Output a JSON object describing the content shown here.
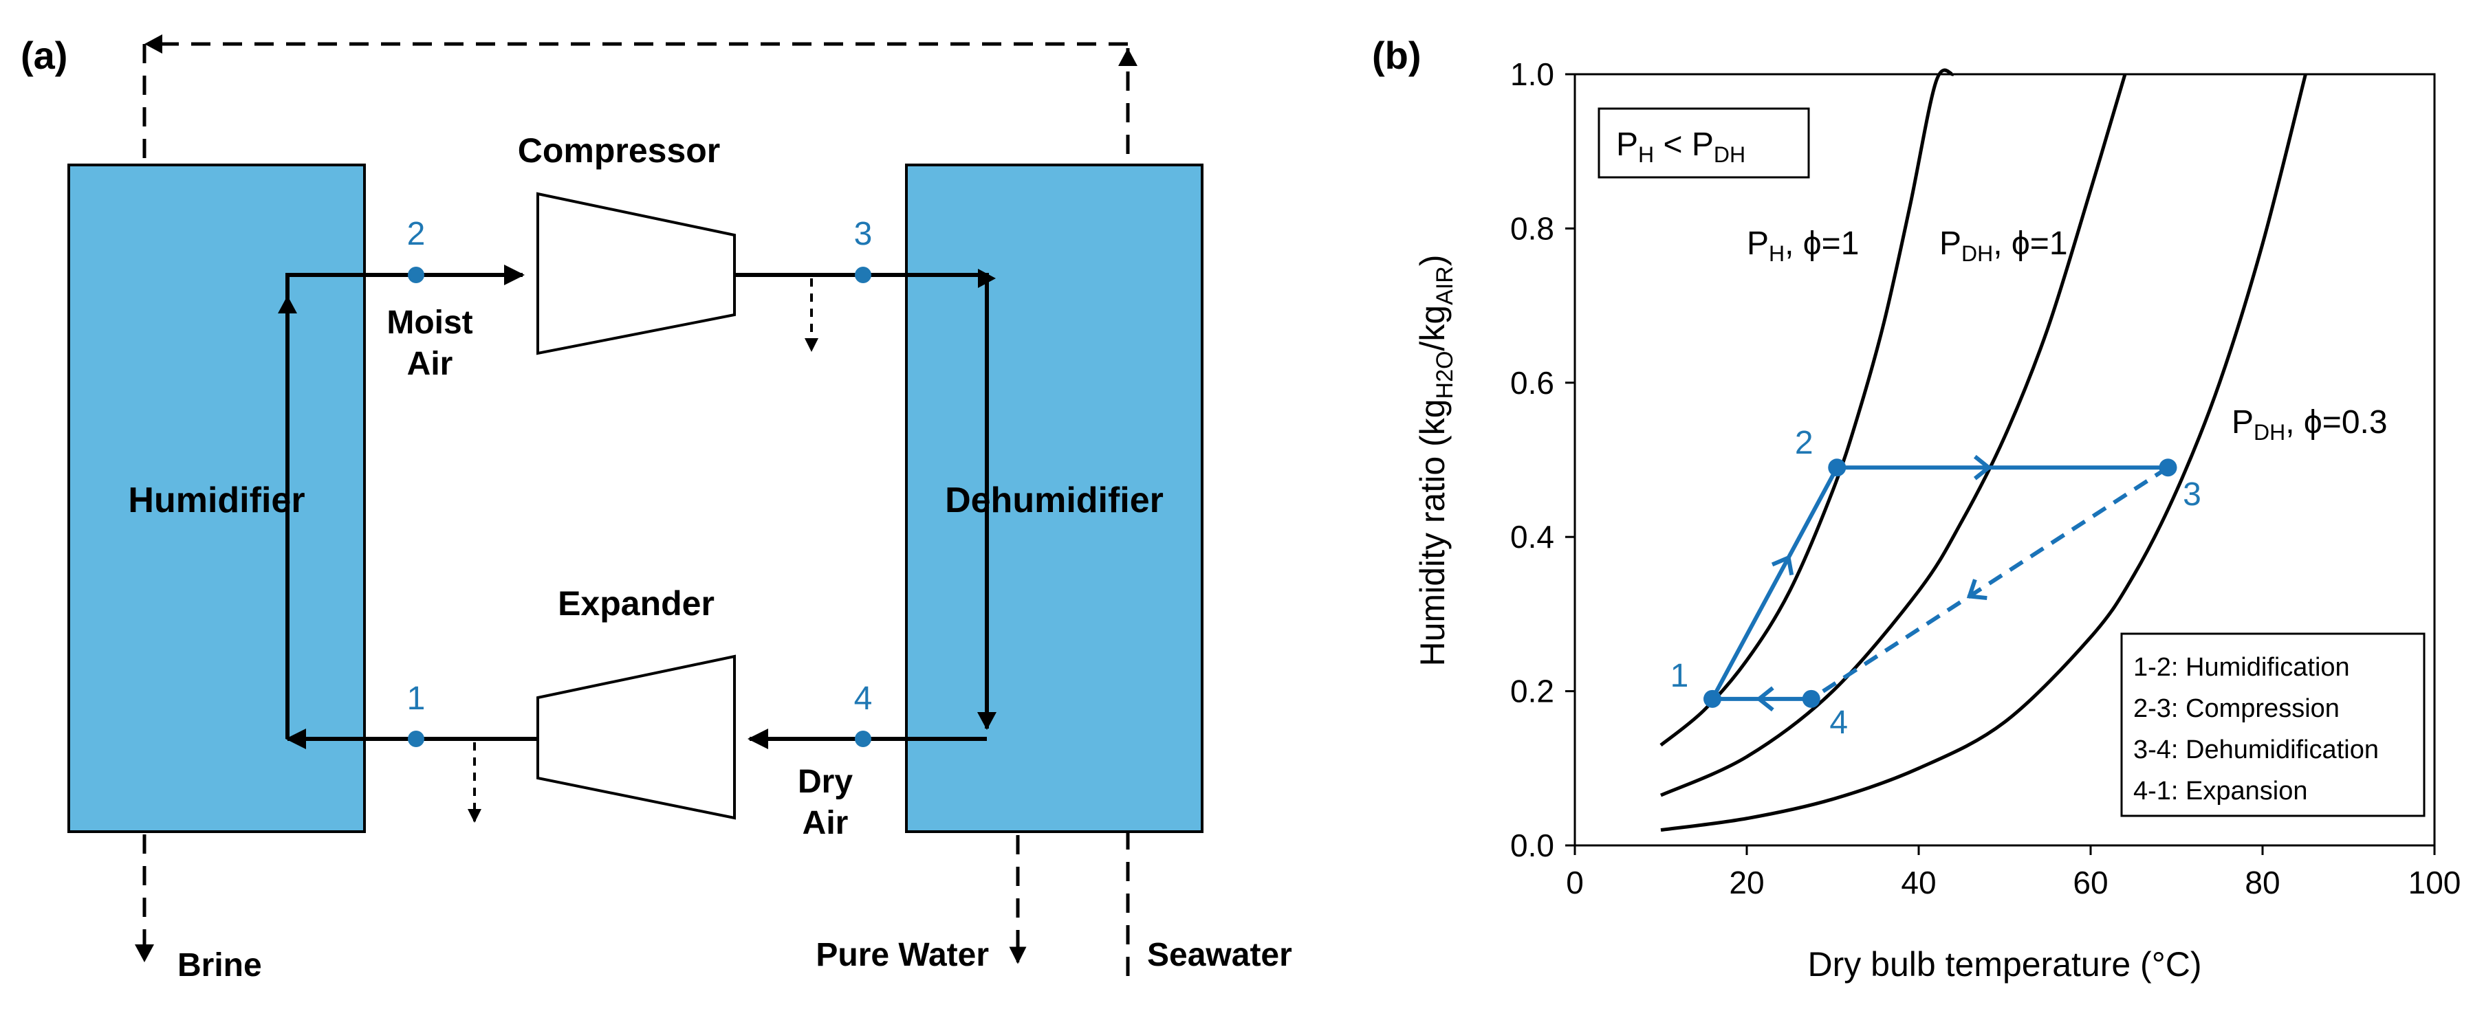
{
  "panel_a": {
    "label": "(a)",
    "humidifier": "Humidifier",
    "dehumidifier": "Dehumidifier",
    "compressor": "Compressor",
    "expander": "Expander",
    "moist_line1": "Moist",
    "moist_line2": "Air",
    "dry_line1": "Dry",
    "dry_line2": "Air",
    "brine": "Brine",
    "pure_water": "Pure Water",
    "seawater": "Seawater",
    "states": [
      "1",
      "2",
      "3",
      "4"
    ]
  },
  "panel_b": {
    "label": "(b)",
    "pressure_note": {
      "p": "P",
      "h": "H",
      "lt": " < ",
      "p2": "P",
      "dh": "DH"
    },
    "curve_labels": [
      {
        "p": "P",
        "sub": "H",
        "rest": ", ϕ=1"
      },
      {
        "p": "P",
        "sub": "DH",
        "rest": ", ϕ=1"
      },
      {
        "p": "P",
        "sub": "DH",
        "rest": ", ϕ=0.3"
      }
    ],
    "legend": [
      "1-2: Humidification",
      "2-3: Compression",
      "3-4: Dehumidification",
      "4-1: Expansion"
    ],
    "states": [
      "1",
      "2",
      "3",
      "4"
    ]
  },
  "chart_data": {
    "type": "line",
    "xlabel": "Dry bulb temperature (°C)",
    "ylabel_parts": {
      "pre": "Humidity ratio (kg",
      "sub1": "H2O",
      "mid": "/kg",
      "sub2": "AIR",
      "post": ")"
    },
    "xlim": [
      0,
      100
    ],
    "ylim": [
      0,
      1.0
    ],
    "x_ticks": [
      "0",
      "20",
      "40",
      "60",
      "80",
      "100"
    ],
    "y_ticks": [
      "0.0",
      "0.2",
      "0.4",
      "0.6",
      "0.8",
      "1.0"
    ],
    "grid": false,
    "series": [
      {
        "name": "PH, ϕ=1",
        "x": [
          10,
          15,
          20,
          25,
          30,
          33,
          36,
          39,
          42,
          44
        ],
        "y": [
          0.13,
          0.175,
          0.24,
          0.33,
          0.46,
          0.56,
          0.68,
          0.83,
          0.99,
          1.0
        ]
      },
      {
        "name": "PDH, ϕ=1",
        "x": [
          10,
          20,
          30,
          40,
          45,
          50,
          55,
          60,
          64
        ],
        "y": [
          0.065,
          0.115,
          0.2,
          0.33,
          0.42,
          0.53,
          0.67,
          0.85,
          1.0
        ]
      },
      {
        "name": "PDH, ϕ=0.3",
        "x": [
          10,
          20,
          30,
          40,
          50,
          60,
          65,
          70,
          75,
          80,
          85
        ],
        "y": [
          0.02,
          0.035,
          0.06,
          0.1,
          0.16,
          0.27,
          0.35,
          0.46,
          0.6,
          0.78,
          1.0
        ]
      }
    ],
    "cycle_points": [
      {
        "label": "1",
        "x": 16,
        "y": 0.19
      },
      {
        "label": "2",
        "x": 30.5,
        "y": 0.49
      },
      {
        "label": "3",
        "x": 69,
        "y": 0.49
      },
      {
        "label": "4",
        "x": 27.5,
        "y": 0.19
      }
    ]
  }
}
